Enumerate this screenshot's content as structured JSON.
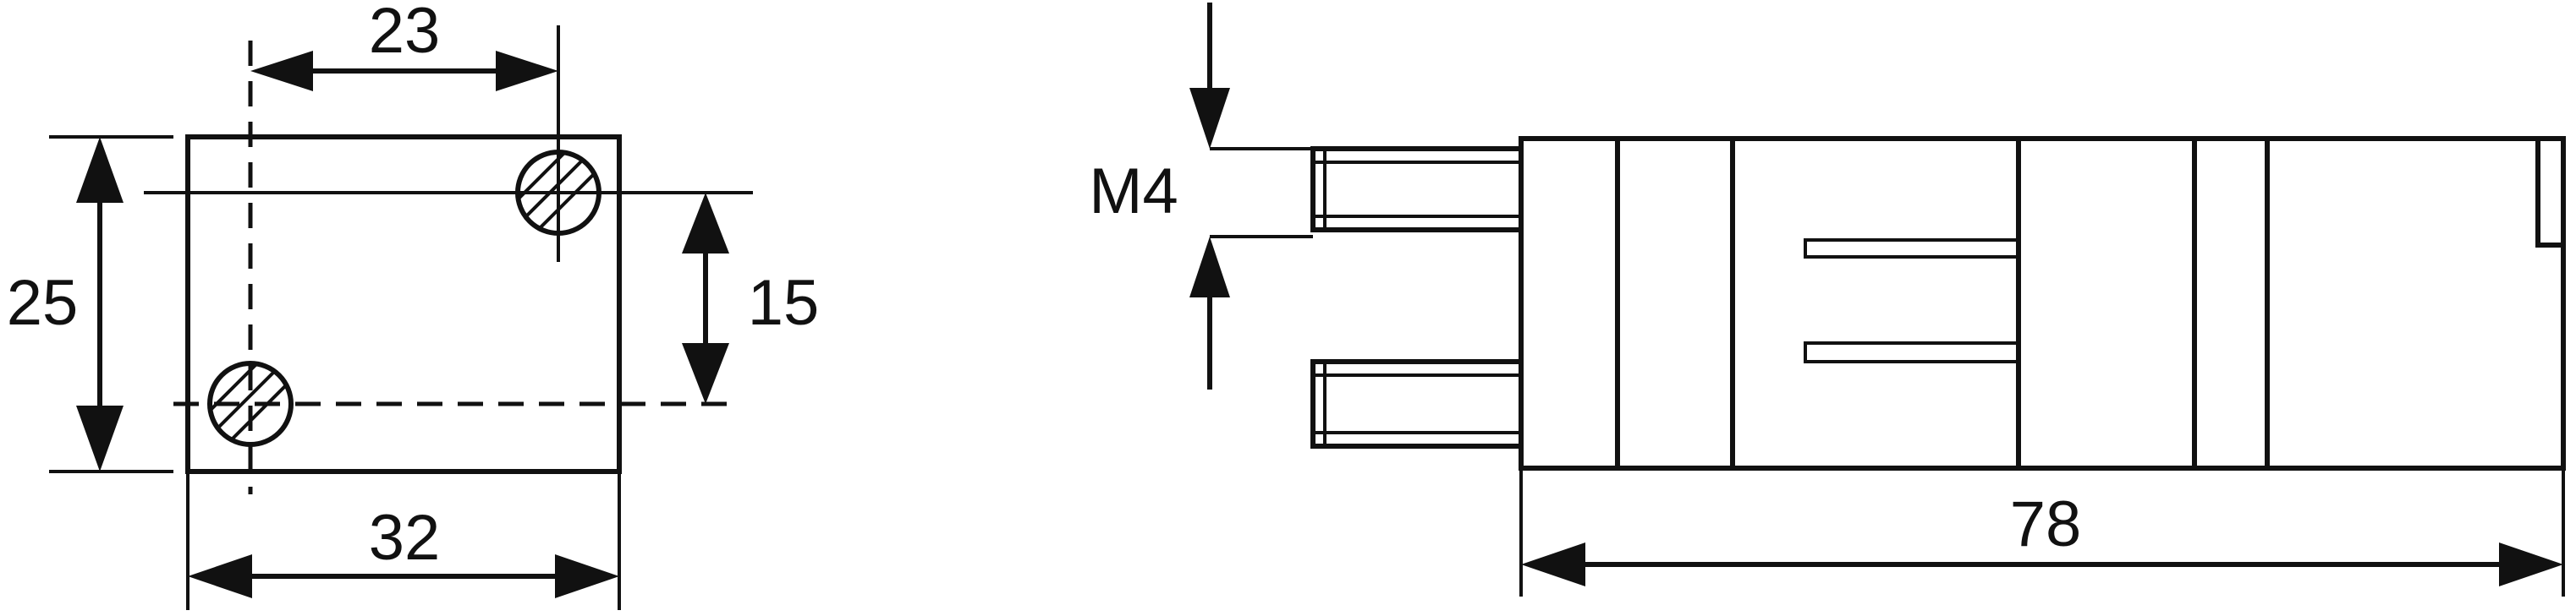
{
  "dimensions": {
    "top_view": {
      "hole_spacing_x": "23",
      "height": "25",
      "hole_spacing_y": "15",
      "width": "32"
    },
    "side_view": {
      "thread": "M4",
      "length": "78"
    }
  },
  "colors": {
    "line": "#111111",
    "background": "#ffffff"
  }
}
